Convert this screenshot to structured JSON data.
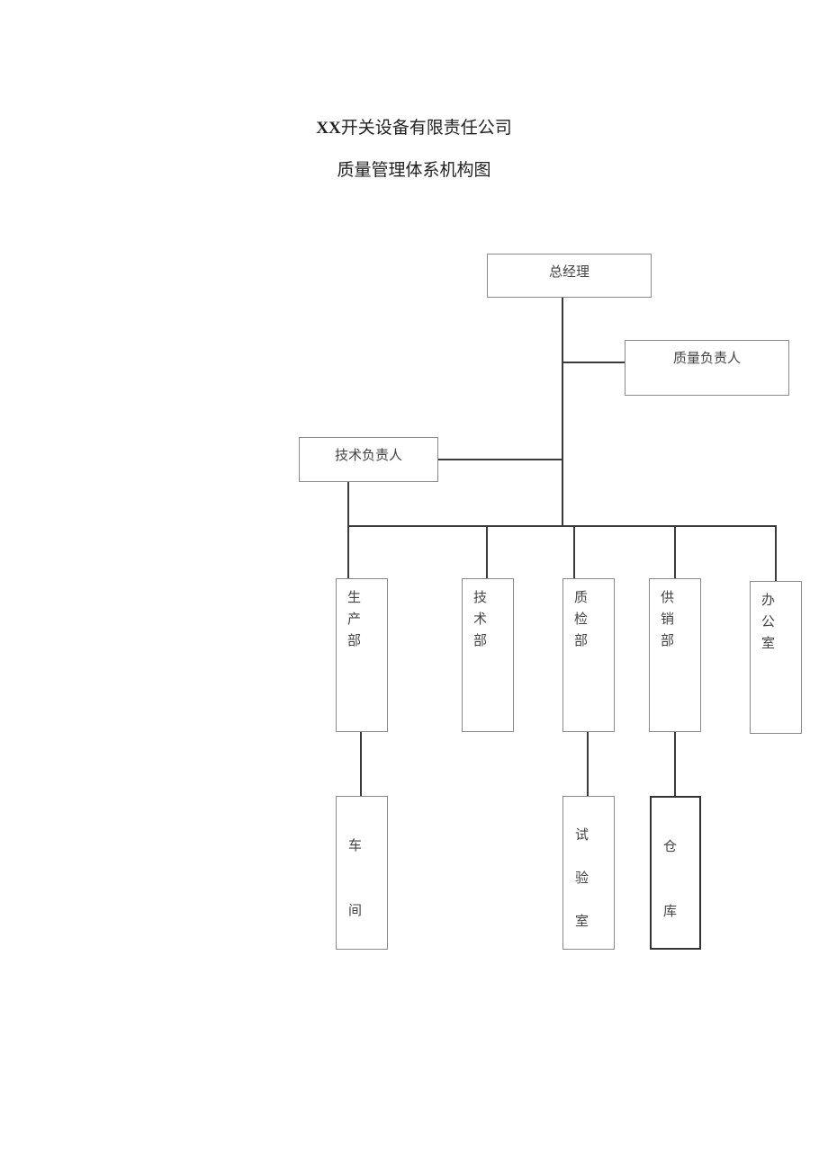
{
  "document": {
    "title_prefix": "XX",
    "title_rest": "开关设备有限责任公司",
    "subtitle": "质量管理体系机构图"
  },
  "org_chart": {
    "root": {
      "label": "总经理"
    },
    "quality_lead": {
      "label": "质量负责人"
    },
    "tech_lead": {
      "label": "技术负责人"
    },
    "departments": [
      {
        "label": "生产部",
        "chars": [
          "生",
          "产",
          "部"
        ]
      },
      {
        "label": "技术部",
        "chars": [
          "技",
          "术",
          "部"
        ]
      },
      {
        "label": "质检部",
        "chars": [
          "质",
          "检",
          "部"
        ]
      },
      {
        "label": "供销部",
        "chars": [
          "供",
          "销",
          "部"
        ]
      },
      {
        "label": "办公室",
        "chars": [
          "办",
          "公",
          "室"
        ]
      }
    ],
    "sub_units": [
      {
        "label": "车间",
        "parent": "生产部",
        "chars": [
          "车",
          "间"
        ]
      },
      {
        "label": "试验室",
        "parent": "质检部",
        "chars": [
          "试",
          "验",
          "室"
        ]
      },
      {
        "label": "仓库",
        "parent": "供销部",
        "chars": [
          "仓",
          "库"
        ]
      }
    ]
  }
}
